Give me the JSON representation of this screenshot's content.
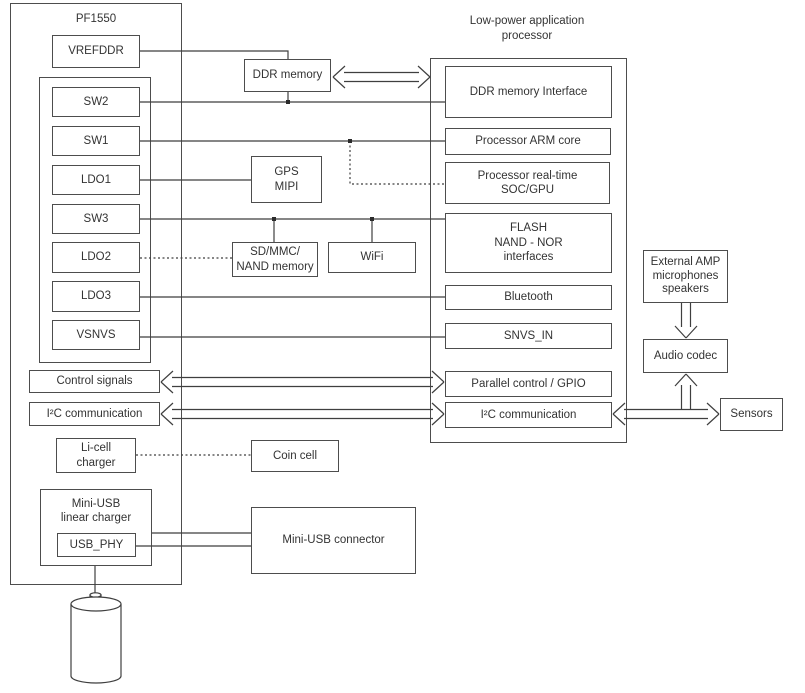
{
  "pf1550": {
    "title": "PF1550",
    "vrefddr": "VREFDDR",
    "sw2": "SW2",
    "sw1": "SW1",
    "ldo1": "LDO1",
    "sw3": "SW3",
    "ldo2": "LDO2",
    "ldo3": "LDO3",
    "vsnvs": "VSNVS",
    "control_signals": "Control signals",
    "i2c": "I²C communication",
    "licell_charger": "Li-cell\ncharger",
    "miniusb_charger": "Mini-USB\nlinear charger",
    "usb_phy": "USB_PHY"
  },
  "middle": {
    "ddr_memory": "DDR memory",
    "gps_mipi": "GPS\nMIPI",
    "sdmmc": "SD/MMC/\nNAND memory",
    "wifi": "WiFi",
    "coin_cell": "Coin cell",
    "miniusb_connector": "Mini-USB connector"
  },
  "processor": {
    "title": "Low-power application\nprocessor",
    "ddr_interface": "DDR memory Interface",
    "arm_core": "Processor ARM core",
    "realtime": "Processor real-time\nSOC/GPU",
    "flash": "FLASH\nNAND - NOR\ninterfaces",
    "bluetooth": "Bluetooth",
    "snvs_in": "SNVS_IN",
    "parallel_gpio": "Parallel control / GPIO",
    "i2c": "I²C communication"
  },
  "peripherals": {
    "ext_amp": "External AMP\nmicrophones\nspeakers",
    "audio_codec": "Audio codec",
    "sensors": "Sensors"
  },
  "colors": {
    "line": "#3f3f3f",
    "border": "#4d4d4d",
    "text": "#333333",
    "background": "#ffffff"
  }
}
